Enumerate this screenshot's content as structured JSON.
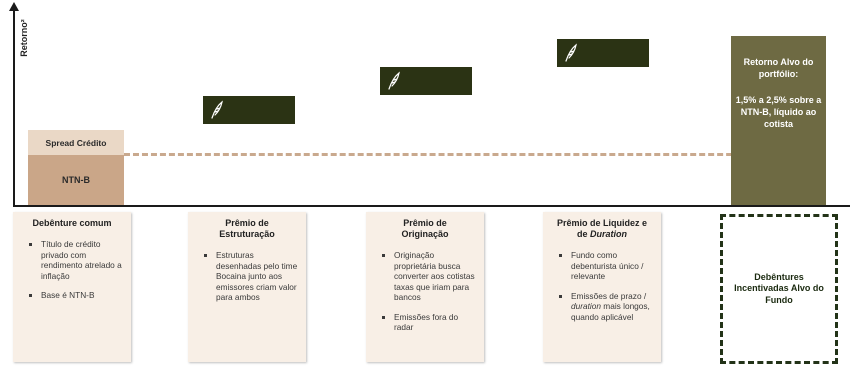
{
  "axis": {
    "y_label": "Retorno²"
  },
  "bars": {
    "ntnb": "NTN-B",
    "spread": "Spread Crédito",
    "target_title": "Retorno Alvo do portfólio:",
    "target_value": "1,5% a 2,5% sobre a NTN-B, líquido ao cotista"
  },
  "icons": {
    "premium_step": "quill-logo-icon"
  },
  "colors": {
    "ntnb": "#caa688",
    "spread": "#ead8c6",
    "premium": "#2b3314",
    "target": "#6e6a43",
    "card_bg": "#f8efe6",
    "dashed_line": "#c9a98e"
  },
  "cards": [
    {
      "title": "Debênture comum",
      "bullets": [
        "Título de crédito privado com rendimento atrelado a inflação",
        "Base é NTN-B"
      ]
    },
    {
      "title": "Prêmio de Estruturação",
      "bullets": [
        "Estruturas desenhadas pelo time Bocaina junto aos emissores criam valor para ambos"
      ]
    },
    {
      "title": "Prêmio de Originação",
      "bullets": [
        "Originação proprietária busca converter aos cotistas taxas que iriam para bancos",
        "Emissões fora do radar"
      ]
    },
    {
      "title_prefix": "Prêmio de Liquidez e de ",
      "title_em": "Duration",
      "bullets": [
        "Fundo como debenturista único / relevante"
      ],
      "bullet2_prefix": "Emissões de prazo / ",
      "bullet2_em": "duration",
      "bullet2_suffix": " mais longos, quando aplicável"
    }
  ],
  "final_card": {
    "text": "Debêntures Incentivadas Alvo do Fundo"
  }
}
